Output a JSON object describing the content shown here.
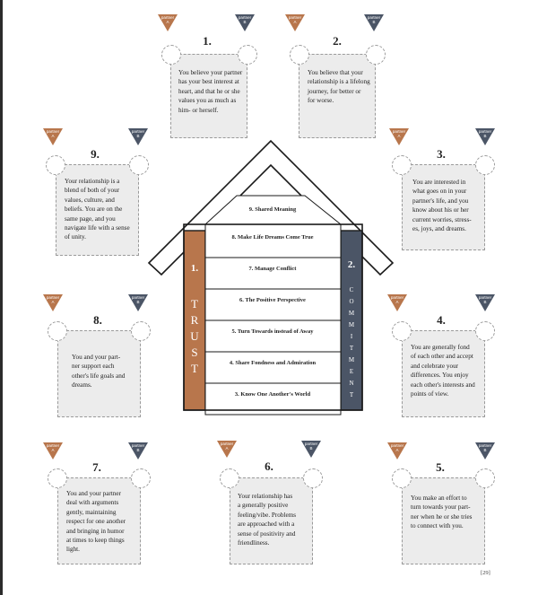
{
  "partner_labels": {
    "a_line1": "partner",
    "a_line2": "A",
    "b_line1": "partner",
    "b_line2": "B"
  },
  "colors": {
    "trust": "#b8764c",
    "commitment": "#4b5566",
    "card": "#ececec"
  },
  "house": {
    "trust": {
      "number": "1.",
      "letters": [
        "T",
        "R",
        "U",
        "S",
        "T"
      ]
    },
    "commitment": {
      "number": "2.",
      "letters": [
        "C",
        "O",
        "M",
        "M",
        "I",
        "T",
        "M",
        "E",
        "N",
        "T"
      ]
    },
    "floors": [
      "9. Shared Meaning",
      "8. Make Life Dreams Come True",
      "7. Manage Conflict",
      "6. The Positive Perspective",
      "5. Turn Towards instead of Away",
      "4. Share Fondness and Admiration",
      "3. Know One Another's World"
    ]
  },
  "cards": {
    "c1": {
      "number": "1.",
      "lines": [
        "You believe your partner",
        "has your best interest at",
        "heart, and that he or she",
        "values you as much as",
        "him- or herself."
      ]
    },
    "c2": {
      "number": "2.",
      "lines": [
        "You believe that  your",
        "relationship is a lifelong",
        "journey, for better or",
        "for worse."
      ]
    },
    "c3": {
      "number": "3.",
      "lines": [
        "You are interested in",
        "what goes on in your",
        "partner's life, and you",
        "know about his or her",
        "current worries, stress-",
        "es, joys, and dreams."
      ]
    },
    "c4": {
      "number": "4.",
      "lines": [
        "You are generally fond",
        "of each other and accept",
        "and celebrate your",
        "differences. You enjoy",
        "each other's interests and",
        "points of view."
      ]
    },
    "c5": {
      "number": "5.",
      "lines": [
        "You make an effort to",
        "turn towards your part-",
        "ner when he or she tries",
        "to connect with you."
      ]
    },
    "c6": {
      "number": "6.",
      "lines": [
        "Your relationship has",
        "a generally positive",
        "feeling/vibe. Problems",
        "are approached with a",
        "sense of positivity and",
        "friendliness."
      ]
    },
    "c7": {
      "number": "7.",
      "lines": [
        "You and your partner",
        "deal with arguments",
        "gently, maintaining",
        "respect for one another",
        "and bringing in humor",
        "at times to keep things",
        "light."
      ]
    },
    "c8": {
      "number": "8.",
      "lines": [
        "You and your part-",
        "ner support each",
        "other's life goals and",
        "dreams."
      ]
    },
    "c9": {
      "number": "9.",
      "lines": [
        "Your relationship is a",
        "blend of both of your",
        "values, culture, and",
        "beliefs. You are on the",
        "same page, and you",
        "navigate life with a sense",
        "of unity."
      ]
    }
  },
  "page_number": "[29]"
}
